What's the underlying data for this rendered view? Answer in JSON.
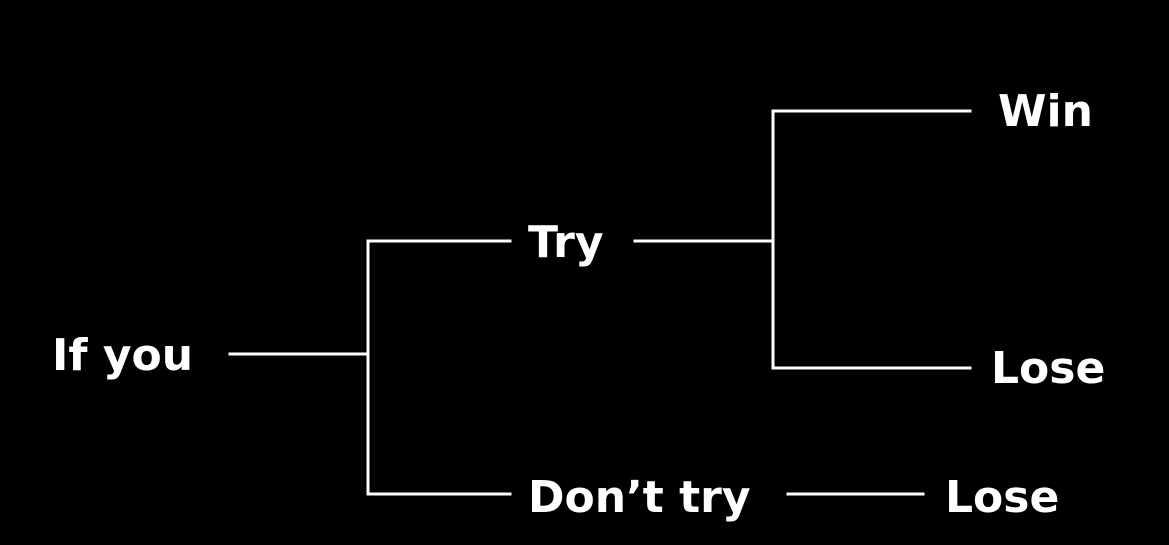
{
  "colors": {
    "background": "#000000",
    "text": "#ffffff",
    "line": "#ffffff"
  },
  "nodes": {
    "root": "If you",
    "try": "Try",
    "dont_try": "Don’t try",
    "try_win": "Win",
    "try_lose": "Lose",
    "dont_try_lose": "Lose"
  }
}
